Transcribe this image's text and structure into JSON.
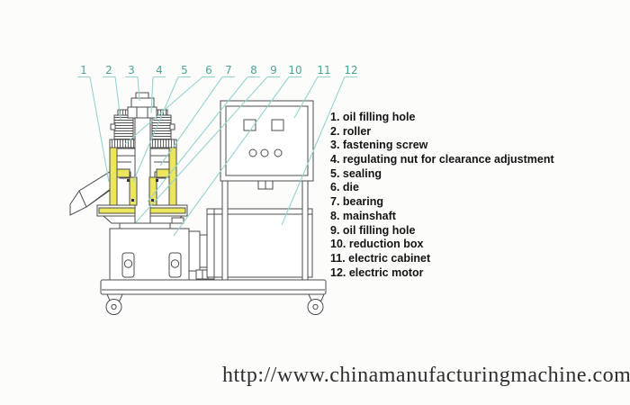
{
  "colors": {
    "highlight_yellow": "#ece65c",
    "leader_line_teal": "#96d3ce",
    "callout_text_teal": "#4fa496",
    "drawing_line": "#4d4d4d",
    "legend_text": "#141414",
    "url_text": "#2e2e2e",
    "background": "#fcfcfb"
  },
  "parts": [
    {
      "callout": "1",
      "label": "oil filling hole",
      "legend_text": "1. oil filling hole"
    },
    {
      "callout": "2",
      "label": "roller",
      "legend_text": "2. roller"
    },
    {
      "callout": "3",
      "label": "fastening screw",
      "legend_text": "3. fastening screw"
    },
    {
      "callout": "4",
      "label": "regulating nut for clearance adjustment",
      "legend_text": "4. regulating nut for clearance adjustment"
    },
    {
      "callout": "5",
      "label": "sealing",
      "legend_text": "5. sealing"
    },
    {
      "callout": "6",
      "label": "die",
      "legend_text": "6. die"
    },
    {
      "callout": "7",
      "label": "bearing",
      "legend_text": "7. bearing"
    },
    {
      "callout": "8",
      "label": "mainshaft",
      "legend_text": "8. mainshaft"
    },
    {
      "callout": "9",
      "label": "oil filling hole",
      "legend_text": "9. oil filling hole"
    },
    {
      "callout": "10",
      "label": "reduction box",
      "legend_text": "10. reduction box"
    },
    {
      "callout": "11",
      "label": "electric cabinet",
      "legend_text": "11. electric cabinet"
    },
    {
      "callout": "12",
      "label": "electric motor",
      "legend_text": "12. electric motor"
    }
  ],
  "footer": {
    "url": "http://www.chinamanufacturingmachine.com"
  }
}
